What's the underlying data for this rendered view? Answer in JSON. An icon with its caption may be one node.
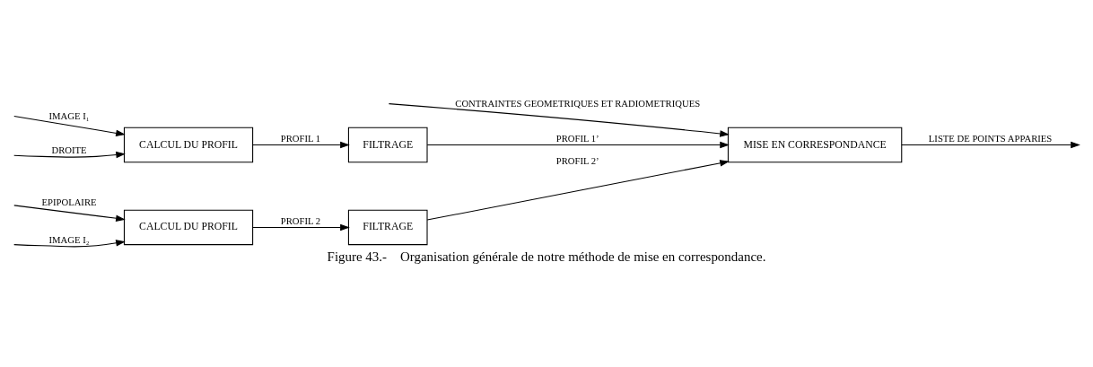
{
  "diagram": {
    "caption": "Figure 43.-    Organisation générale de notre méthode de mise en correspondance.",
    "nodes": [
      {
        "text": [
          "CALCUL DU PROFIL"
        ]
      },
      {
        "text": [
          "FILTRAGE"
        ]
      },
      {
        "text": [
          "MISE EN CORRESPONDANCE"
        ]
      },
      {
        "text": [
          "CALCUL DU PROFIL"
        ]
      },
      {
        "text": [
          "FILTRAGE"
        ]
      }
    ],
    "edges": [
      {
        "from": null,
        "to": 0,
        "arrow": "to",
        "label": "IMAGE I₁"
      },
      {
        "from": null,
        "to": 0,
        "arrow": "to",
        "label": "DROITE"
      },
      {
        "from": null,
        "to": 3,
        "arrow": "to",
        "label": "EPIPOLAIRE"
      },
      {
        "from": null,
        "to": 3,
        "arrow": "to",
        "label": "IMAGE I₂"
      },
      {
        "from": 0,
        "to": 1,
        "arrow": "to",
        "label": "PROFIL 1"
      },
      {
        "from": 1,
        "to": 2,
        "arrow": "to",
        "label": "PROFIL 1’"
      },
      {
        "from": 3,
        "to": 4,
        "arrow": "to",
        "label": "PROFIL 2"
      },
      {
        "from": 4,
        "to": 2,
        "arrow": "to",
        "label": "PROFIL 2’"
      },
      {
        "from": null,
        "to": 2,
        "arrow": "to",
        "label": "CONTRAINTES GEOMETRIQUES ET RADIOMETRIQUES"
      },
      {
        "from": 2,
        "to": null,
        "arrow": "to",
        "label": "LISTE DE POINTS APPARIES"
      }
    ]
  }
}
